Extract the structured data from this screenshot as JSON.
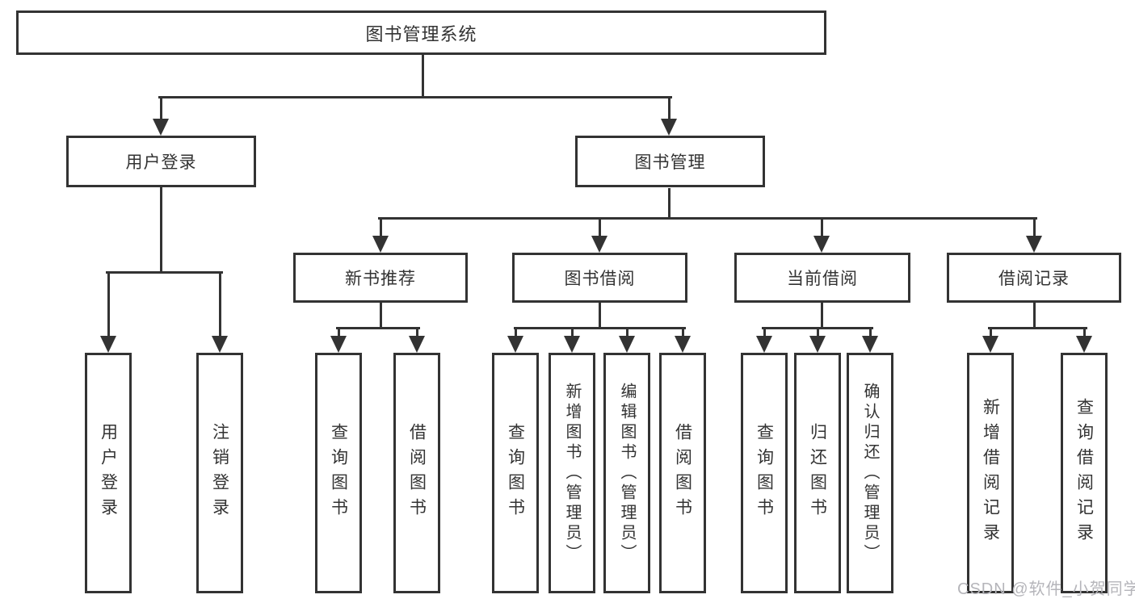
{
  "diagram": {
    "root": {
      "label": "图书管理系统"
    },
    "branches": [
      {
        "label": "用户登录",
        "children": [
          {
            "label": "用户登录"
          },
          {
            "label": "注销登录"
          }
        ]
      },
      {
        "label": "图书管理",
        "children": [
          {
            "label": "新书推荐",
            "children": [
              {
                "label": "查询图书"
              },
              {
                "label": "借阅图书"
              }
            ]
          },
          {
            "label": "图书借阅",
            "children": [
              {
                "label": "查询图书"
              },
              {
                "label": "新增图书（管理员）"
              },
              {
                "label": "编辑图书（管理员）"
              },
              {
                "label": "借阅图书"
              }
            ]
          },
          {
            "label": "当前借阅",
            "children": [
              {
                "label": "查询图书"
              },
              {
                "label": "归还图书"
              },
              {
                "label": "确认归还（管理员）"
              }
            ]
          },
          {
            "label": "借阅记录",
            "children": [
              {
                "label": "新增借阅记录"
              },
              {
                "label": "查询借阅记录"
              }
            ]
          }
        ]
      }
    ]
  },
  "watermark": "CSDN @软件_小贺同学",
  "colors": {
    "line": "#333333",
    "text": "#333333",
    "watermark": "#b5b5ba",
    "background": "#ffffff"
  }
}
